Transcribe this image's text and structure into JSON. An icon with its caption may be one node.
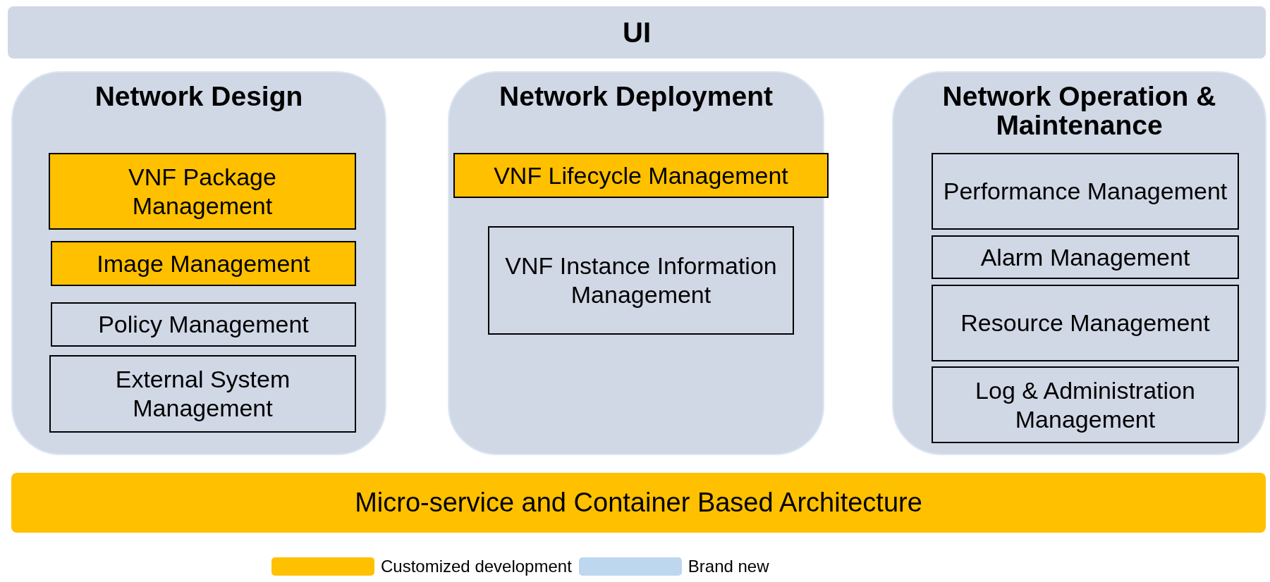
{
  "diagram": {
    "nodes": [
      {
        "text": [
          "UI"
        ]
      },
      {
        "text": [
          "Network Design"
        ]
      },
      {
        "text": [
          "VNF Package Management"
        ],
        "in": 1
      },
      {
        "text": [
          "Image Management"
        ],
        "in": 1
      },
      {
        "text": [
          "Policy Management"
        ],
        "in": 1
      },
      {
        "text": [
          "External System Management"
        ],
        "in": 1
      },
      {
        "text": [
          "Network Deployment"
        ]
      },
      {
        "text": [
          "VNF Lifecycle Management"
        ],
        "in": 6
      },
      {
        "text": [
          "VNF Instance Information Management"
        ],
        "in": 6
      },
      {
        "text": [
          "Network Operation & Maintenance"
        ]
      },
      {
        "text": [
          "Performance Management"
        ],
        "in": 9
      },
      {
        "text": [
          "Alarm Management"
        ],
        "in": 9
      },
      {
        "text": [
          "Resource Management"
        ],
        "in": 9
      },
      {
        "text": [
          "Log & Administration Management"
        ],
        "in": 9
      },
      {
        "text": [
          "Micro-service and Container Based Architecture"
        ]
      }
    ],
    "legend": [
      {
        "text": "Customized development",
        "color": "#ffc000"
      },
      {
        "text": "Brand new",
        "color": "#bdd7ee"
      }
    ]
  }
}
